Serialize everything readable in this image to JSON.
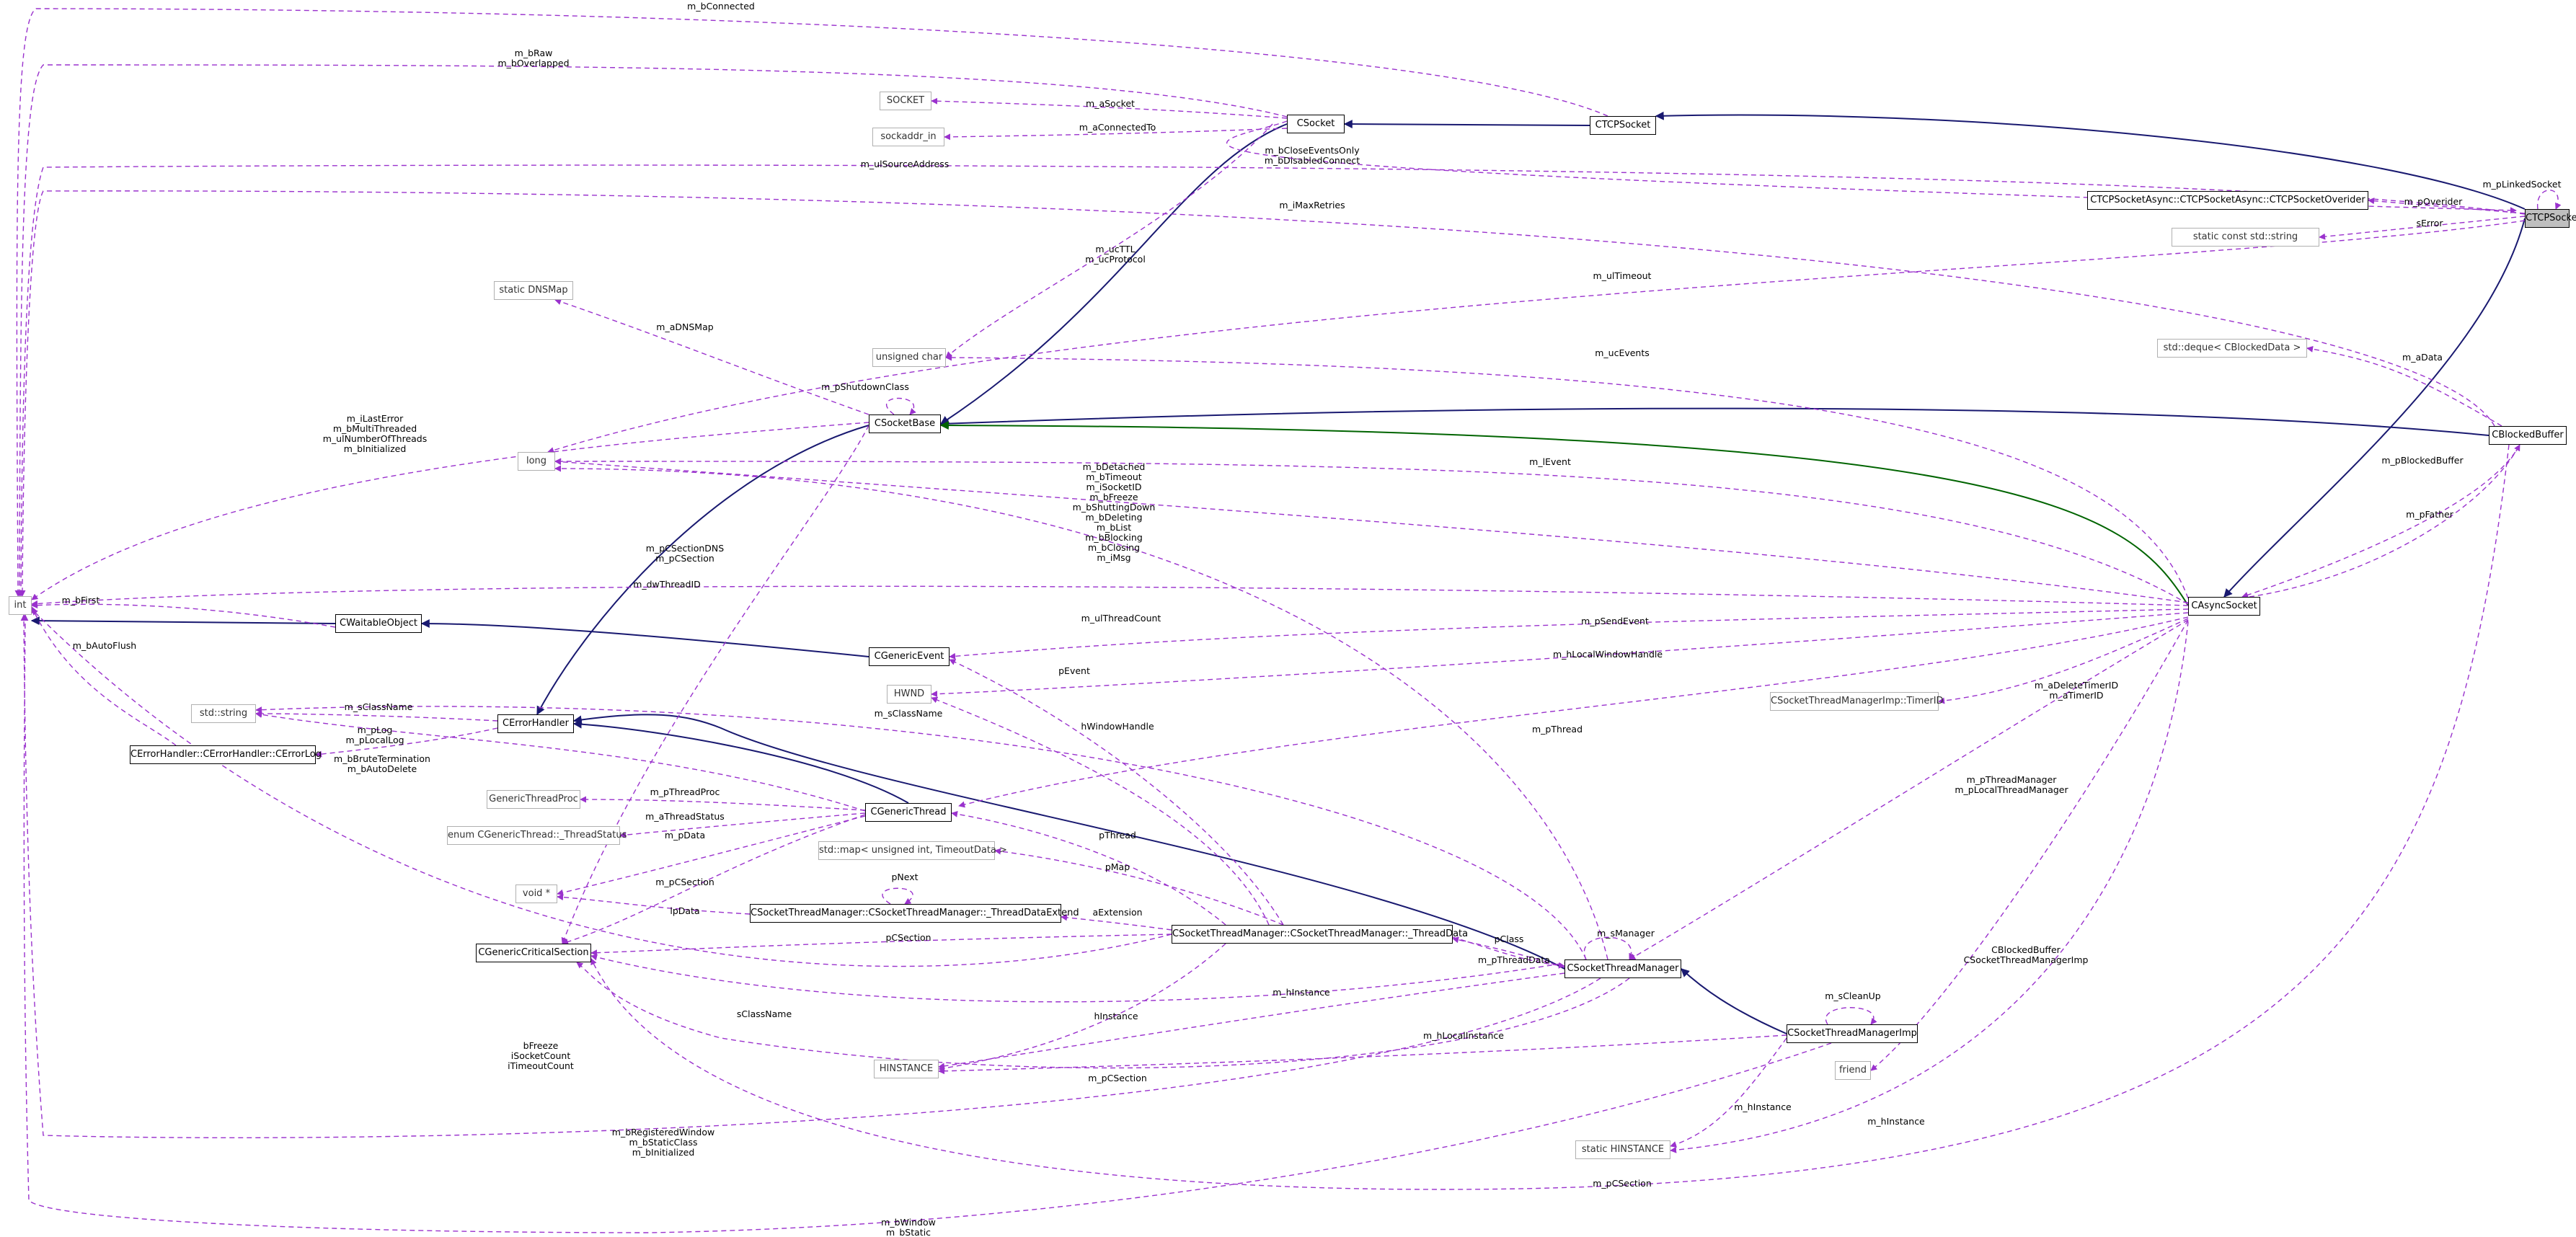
{
  "nodes": {
    "int": "int",
    "tcpsocketasync": "CTCPSocketAsync",
    "tcpsocket": "CTCPSocket",
    "socket": "CSocket",
    "sockettype": "SOCKET",
    "sockaddr": "sockaddr_in",
    "overrider": "CTCPSocketAsync::CTCPSocketAsync::CTCPSocketOverider",
    "conststring": "static const std::string",
    "dnsmap": "static DNSMap",
    "uchar": "unsigned char",
    "dequebuf": "std::deque< CBlockedData >",
    "blockedbuffer": "CBlockedBuffer",
    "socketbase": "CSocketBase",
    "long": "long",
    "asyncsocket": "CAsyncSocket",
    "waitable": "CWaitableObject",
    "genericevent": "CGenericEvent",
    "hwnd": "HWND",
    "timerid": "CSocketThreadManagerImp::TimerID",
    "stdstring": "std::string",
    "errorhandler": "CErrorHandler",
    "errorlog": "CErrorHandler::CErrorHandler::CErrorLog",
    "threadproc": "GenericThreadProc",
    "threadstatus": "enum CGenericThread::_ThreadStatus",
    "genericthread": "CGenericThread",
    "stdmap": "std::map< unsigned int, TimeoutData >",
    "voidptr": "void *",
    "threadext": "CSocketThreadManager::CSocketThreadManager::_ThreadDataExtend",
    "critsection": "CGenericCriticalSection",
    "threaddata": "CSocketThreadManager::CSocketThreadManager::_ThreadData",
    "threadmanager": "CSocketThreadManager",
    "threadmanagerimp": "CSocketThreadManagerImp",
    "hinstance": "HINSTANCE",
    "friend": "friend",
    "statichinstance": "static HINSTANCE"
  },
  "edge_labels": {
    "bconnected": "m_bConnected",
    "braw": [
      "m_bRaw",
      "m_bOverlapped"
    ],
    "asocket": "m_aSocket",
    "aconnectedto": "m_aConnectedTo",
    "closeevents": [
      "m_bCloseEventsOnly",
      "m_bDisabledConnect"
    ],
    "sourceaddress": "m_ulSourceAddress",
    "linkedsocket": "m_pLinkedSocket",
    "poverider": "m_pOverider",
    "serror": "sError",
    "maxretries": "m_iMaxRetries",
    "ucttl": [
      "m_ucTTL",
      "m_ucProtocol"
    ],
    "ultimeout": "m_ulTimeout",
    "adnsmap": "m_aDNSMap",
    "ucevents": "m_ucEvents",
    "adata": "m_aData",
    "shutdownclass": "m_pShutdownClass",
    "lasterror": [
      "m_iLastError",
      "m_bMultiThreaded",
      "m_ulNumberOfThreads",
      "m_bInitialized"
    ],
    "levent": "m_lEvent",
    "pblockedbuffer": "m_pBlockedBuffer",
    "pfather": "m_pFather",
    "asyncflags": [
      "m_bDetached",
      "m_bTimeout",
      "m_iSocketID",
      "m_bFreeze",
      "m_bShuttingDown",
      "m_bDeleting",
      "m_bList",
      "m_bBlocking",
      "m_bClosing",
      "m_iMsg"
    ],
    "csectiondns": [
      "m_pCSectionDNS",
      "m_pCSection"
    ],
    "threadid": "m_dwThreadID",
    "bfirst": "m_bFirst",
    "psendevent": "m_pSendEvent",
    "ulthreadcount": "m_ulThreadCount",
    "hlocalwindow": "m_hLocalWindowHandle",
    "pevent": "pEvent",
    "autoflush": "m_bAutoFlush",
    "sclassname1": "m_sClassName",
    "sclassname2": "m_sClassName",
    "deletetimer": [
      "m_aDeleteTimerID",
      "m_aTimerID"
    ],
    "hwindowhandle": "hWindowHandle",
    "plog": [
      "m_pLog",
      "m_pLocalLog"
    ],
    "bruteterm": [
      "m_bBruteTermination",
      "m_bAutoDelete"
    ],
    "pthread": "m_pThread",
    "pthreadproc": "m_pThreadProc",
    "athreadstatus": "m_aThreadStatus",
    "pdata": "m_pData",
    "pthread2": "pThread",
    "pthreadmanager": [
      "m_pThreadManager",
      "m_pLocalThreadManager"
    ],
    "pnext": "pNext",
    "pmap": "pMap",
    "pcsection1": "m_pCSection",
    "lpdata": "lpData",
    "aextension": "aExtension",
    "friendlbl": [
      "CBlockedBuffer",
      "CSocketThreadManagerImp"
    ],
    "pcsection2": "pCSection",
    "pclass": "pClass",
    "smanager": "m_sManager",
    "pthreaddata": "m_pThreadData",
    "scleanup": "m_sCleanUp",
    "hinstance1": "m_hInstance",
    "sclassname3": "sClassName",
    "freeze": [
      "bFreeze",
      "iSocketCount",
      "iTimeoutCount"
    ],
    "hinstance2": "hInstance",
    "hlocalinstance": "m_hLocalInstance",
    "pcsection3": "m_pCSection",
    "registeredwindow": [
      "m_bRegisteredWindow",
      "m_bStaticClass",
      "m_bInitialized"
    ],
    "hinstance3": "m_hInstance",
    "hinstance4": "m_hInstance",
    "pcsection4": "m_pCSection",
    "bwindow": [
      "m_bWindow",
      "m_bStatic"
    ]
  },
  "colors": {
    "inheritance": "#191970",
    "inheritance_alt": "#006400",
    "usage": "#9a32cd",
    "node_border": "#000000",
    "external_border": "#b0b0b0",
    "focus_fill": "#bfbfbf"
  }
}
